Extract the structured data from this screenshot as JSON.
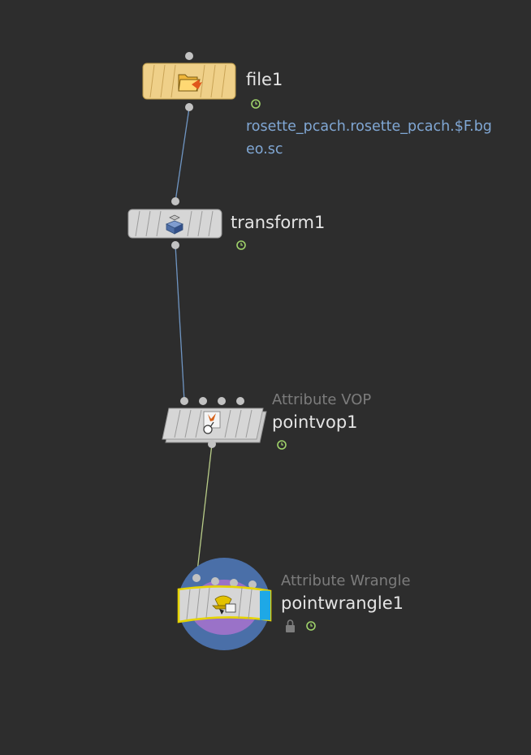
{
  "colors": {
    "background": "#2d2d2d",
    "wire_blue": "#6f95c2",
    "wire_green": "#b8cc88",
    "node_gray": "#d6d6d6",
    "file_node": "#efd089",
    "flag_green": "#9fd26a",
    "display_flag": "#1ea8e6",
    "wrangle_circle": "#4a6fa8",
    "wrangle_inner": "#9a72c8",
    "wrangle_outline": "#e6d400"
  },
  "nodes": {
    "file1": {
      "name": "file1",
      "path_line1": "rosette_pcach.rosette_pcach.$F.bg",
      "path_line2": "eo.sc",
      "icon": "folder-open-icon"
    },
    "transform1": {
      "name": "transform1",
      "icon": "transform-icon"
    },
    "pointvop1": {
      "type_label": "Attribute VOP",
      "name": "pointvop1",
      "icon": "vop-icon"
    },
    "pointwrangle1": {
      "type_label": "Attribute Wrangle",
      "name": "pointwrangle1",
      "icon": "wrangle-icon",
      "lock_icon": "lock-icon"
    }
  }
}
